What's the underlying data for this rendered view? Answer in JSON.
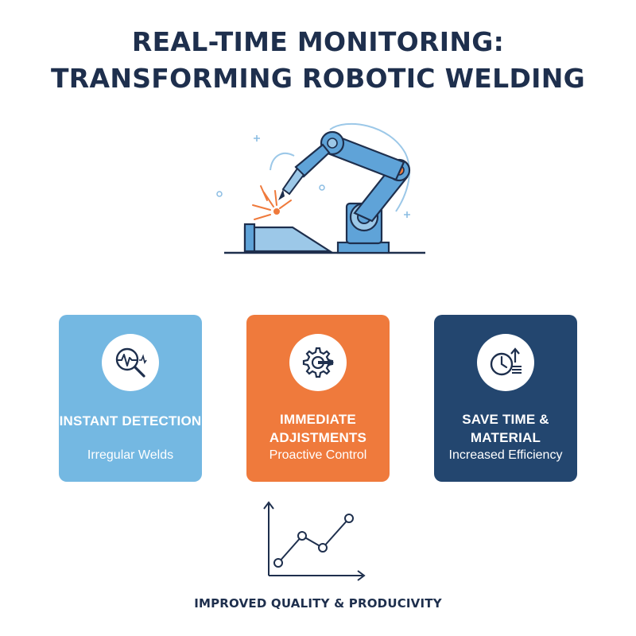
{
  "title": {
    "line1": "REAL-TIME MONITORING:",
    "line2": "TRANSFORMING ROBOTIC WELDING"
  },
  "illustration": {
    "icon": "robotic-welding-arm-icon"
  },
  "colors": {
    "title_text": "#1e2f4d",
    "card_light_blue": "#74b8e2",
    "card_orange": "#ef7a3c",
    "card_navy": "#23466f",
    "robot_blue": "#5fa3d8",
    "spark_orange": "#ef7a3c"
  },
  "cards": [
    {
      "title_line1": "INSTANT DETECTION",
      "title_line2": "",
      "subtitle": "Irregular Welds",
      "icon": "magnifier-pulse-icon"
    },
    {
      "title_line1": "IMMEDIATE",
      "title_line2": "ADJISTMENTS",
      "subtitle": "Proactive Control",
      "icon": "gear-arrow-icon"
    },
    {
      "title_line1": "SAVE TIME &",
      "title_line2": "MATERIAL",
      "subtitle": "Increased Efficiency",
      "icon": "clock-up-arrow-icon"
    }
  ],
  "footer": {
    "icon": "line-chart-icon",
    "label": "IMPROVED QUALITY & PRODUCIVITY"
  }
}
